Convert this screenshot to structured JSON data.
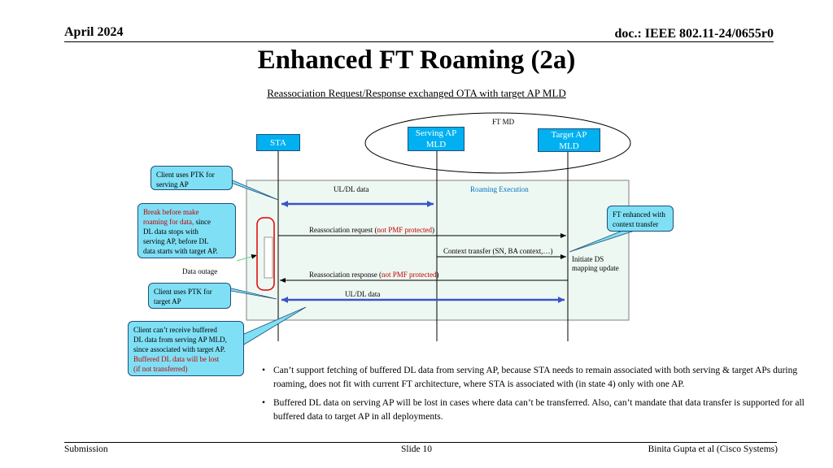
{
  "header": {
    "date": "April 2024",
    "doc": "doc.: IEEE 802.11-24/0655r0"
  },
  "title": "Enhanced FT Roaming (2a)",
  "subtitle": "Reassociation Request/Response exchanged OTA with target AP MLD",
  "diagram": {
    "ft_md_label": "FT MD",
    "sta_label": "STA",
    "serving_ap_label": [
      "Serving AP",
      "MLD"
    ],
    "target_ap_label": [
      "Target AP",
      "MLD"
    ],
    "roaming_execution_label": "Roaming Execution",
    "messages": {
      "uldl_data_1": "UL/DL data",
      "reassoc_request": {
        "prefix": "Reassociation request (",
        "highlight": "not PMF protected",
        "suffix": ")"
      },
      "context_transfer": "Context transfer (SN, BA context,…)",
      "reassoc_response": {
        "prefix": "Reassociation response (",
        "highlight": "not PMF protected",
        "suffix": ")"
      },
      "uldl_data_2": "UL/DL data"
    },
    "initiate_ds": [
      "Initiate DS",
      "mapping update"
    ],
    "data_outage": "Data outage",
    "callouts": {
      "ptk_serving": [
        "Client uses PTK for",
        "serving AP"
      ],
      "break_before_make": {
        "red_lines": [
          "Break before make",
          "roaming for data,"
        ],
        "suffix": " since",
        "black_lines": [
          "DL data stops with",
          "serving AP, before DL",
          "data starts with target AP."
        ]
      },
      "ptk_target": [
        "Client uses PTK for",
        "target AP"
      ],
      "buffered": {
        "black_lines": [
          "Client can’t receive buffered",
          "DL data from serving AP MLD,",
          "since associated with target AP."
        ],
        "red_lines": [
          "Buffered DL data will be lost",
          "(if not transferred)"
        ]
      },
      "ft_enhanced": [
        "FT enhanced with",
        "context transfer"
      ]
    },
    "colors": {
      "box_blue": "#00b0f0",
      "callout_fill": "#7fe0f5",
      "panel_fill": "#eef8f2",
      "arrow_blue": "#3a55c8",
      "warning_red": "#c00000",
      "accent_blue": "#0070c0"
    }
  },
  "bullets": [
    "Can’t support fetching of buffered DL data from serving AP, because STA needs to remain associated with both serving & target APs during roaming, does not fit with current FT architecture, where STA is associated with (in state 4) only with one AP.",
    "Buffered DL data on serving AP will be lost in cases where data can’t be transferred. Also, can’t mandate that data transfer is supported for all buffered data to target AP in all deployments."
  ],
  "footer": {
    "left": "Submission",
    "center": "Slide 10",
    "right": "Binita Gupta et al (Cisco Systems)"
  }
}
